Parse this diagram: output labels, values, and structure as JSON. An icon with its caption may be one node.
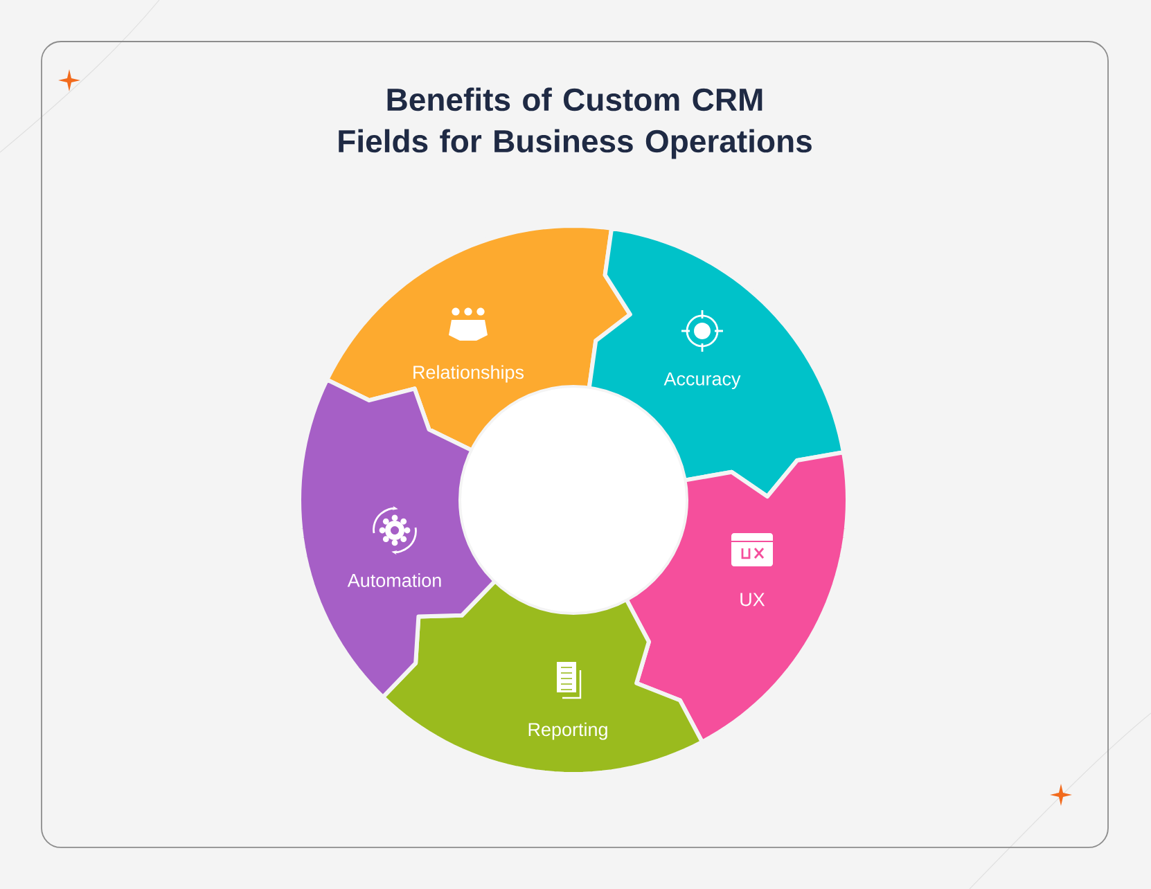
{
  "diagram": {
    "title": "Benefits of Custom CRM Fields for Business Operations",
    "nodes": [
      {
        "text": [
          "Relationships"
        ]
      },
      {
        "text": [
          "Accuracy"
        ]
      },
      {
        "text": [
          "UX"
        ]
      },
      {
        "text": [
          "Reporting"
        ]
      },
      {
        "text": [
          "Automation"
        ]
      },
      {
        "text": [],
        "shape": "circle"
      }
    ]
  }
}
